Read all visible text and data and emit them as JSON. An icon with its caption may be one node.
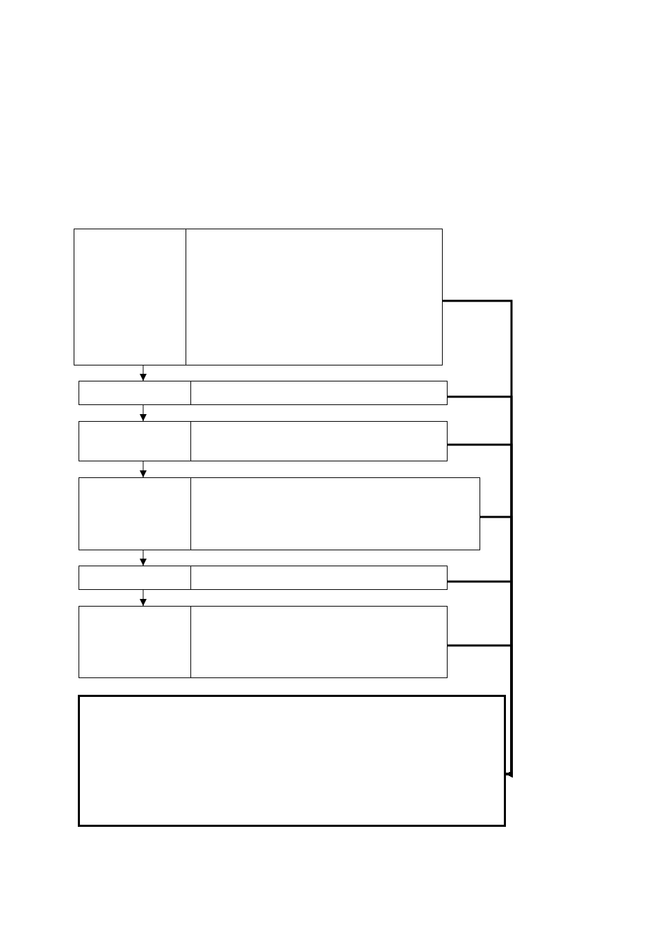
{
  "diagram": {
    "nodes": [
      {
        "text": [],
        "shape": "box"
      },
      {
        "text": [],
        "shape": "box"
      },
      {
        "text": [],
        "shape": "box"
      },
      {
        "text": [],
        "shape": "box"
      },
      {
        "text": [],
        "shape": "box"
      },
      {
        "text": [],
        "shape": "box"
      },
      {
        "text": [],
        "shape": "box"
      },
      {
        "text": [],
        "shape": "box"
      },
      {
        "text": [],
        "shape": "box"
      },
      {
        "text": [],
        "shape": "box"
      },
      {
        "text": [],
        "shape": "box"
      },
      {
        "text": [],
        "shape": "box"
      },
      {
        "text": [],
        "shape": "box"
      }
    ],
    "edges": [
      {
        "from": 0,
        "to": 2,
        "arrow": "to"
      },
      {
        "from": 2,
        "to": 4,
        "arrow": "to"
      },
      {
        "from": 4,
        "to": 6,
        "arrow": "to"
      },
      {
        "from": 6,
        "to": 8,
        "arrow": "to"
      },
      {
        "from": 8,
        "to": 10,
        "arrow": "to"
      },
      {
        "from": 1,
        "to": 12,
        "arrow": "to"
      },
      {
        "from": 3,
        "to": 12,
        "arrow": "to"
      },
      {
        "from": 5,
        "to": 12,
        "arrow": "to"
      },
      {
        "from": 7,
        "to": 12,
        "arrow": "to"
      },
      {
        "from": 9,
        "to": 12,
        "arrow": "to"
      },
      {
        "from": 11,
        "to": 12,
        "arrow": "to"
      }
    ]
  }
}
